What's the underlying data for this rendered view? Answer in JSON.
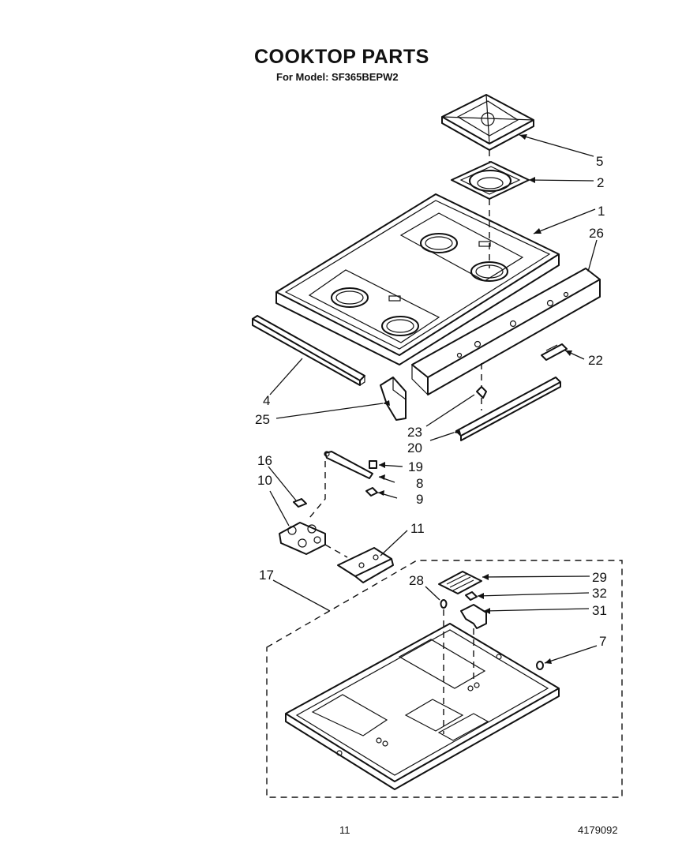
{
  "title": "COOKTOP PARTS",
  "subtitle": "For Model: SF365BEPW2",
  "footer": {
    "page_number": "11",
    "document_number": "4179092"
  },
  "callouts": [
    {
      "id": "5"
    },
    {
      "id": "2"
    },
    {
      "id": "1"
    },
    {
      "id": "26"
    },
    {
      "id": "22"
    },
    {
      "id": "4"
    },
    {
      "id": "25"
    },
    {
      "id": "23"
    },
    {
      "id": "20"
    },
    {
      "id": "16"
    },
    {
      "id": "19"
    },
    {
      "id": "10"
    },
    {
      "id": "8"
    },
    {
      "id": "9"
    },
    {
      "id": "11"
    },
    {
      "id": "17"
    },
    {
      "id": "28"
    },
    {
      "id": "29"
    },
    {
      "id": "32"
    },
    {
      "id": "31"
    },
    {
      "id": "7"
    }
  ]
}
